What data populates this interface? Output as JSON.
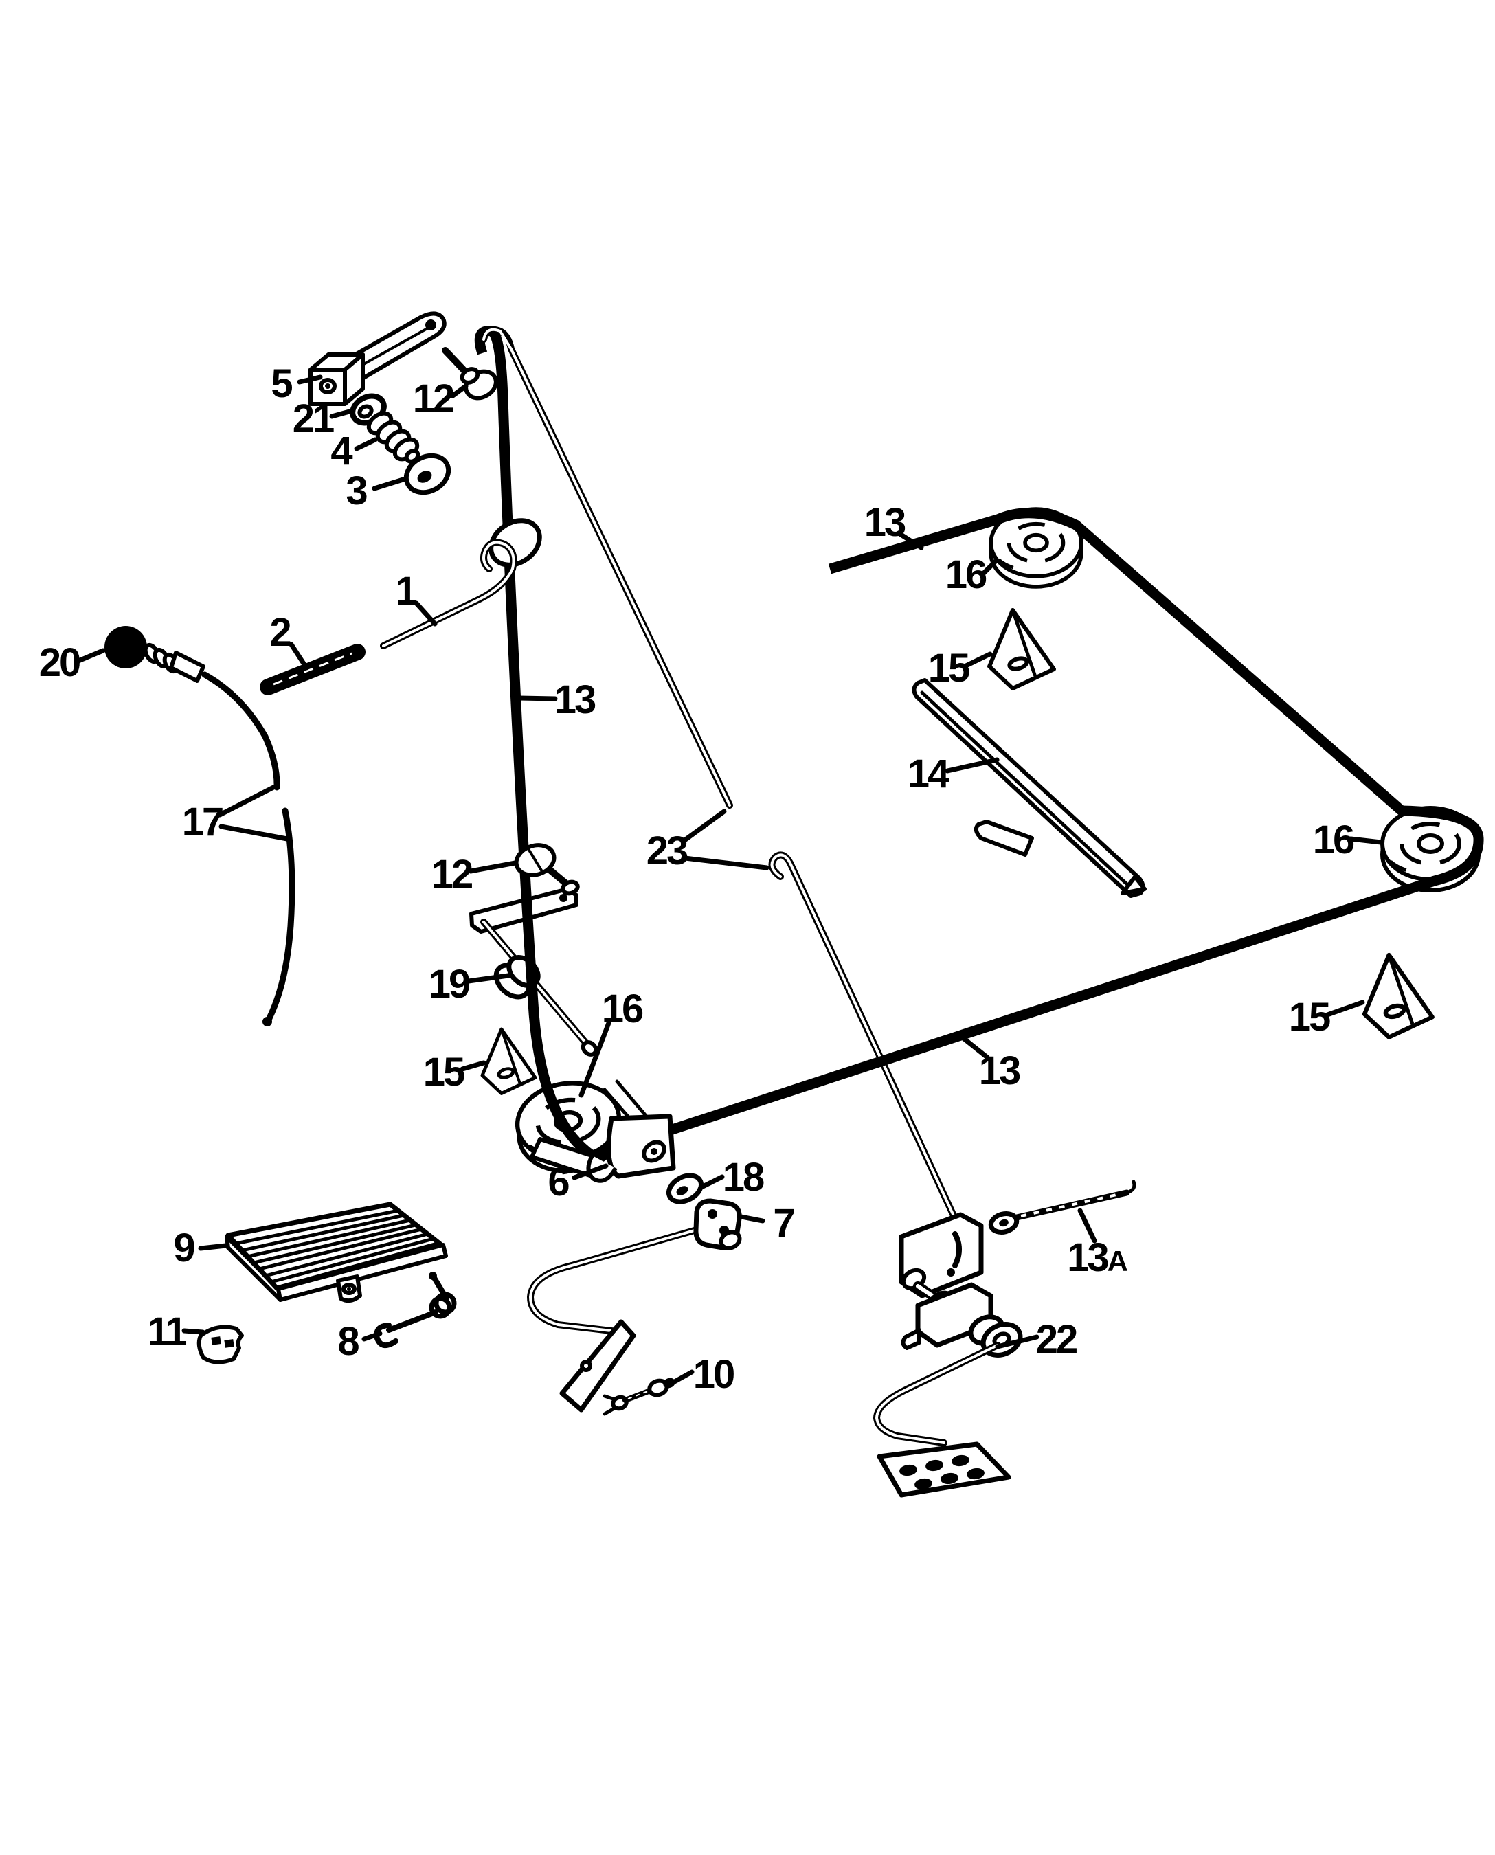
{
  "diagram": {
    "type": "exploded-parts-diagram",
    "colors": {
      "background": "#ffffff",
      "ink": "#000000"
    },
    "callouts": [
      {
        "text": "1"
      },
      {
        "text": "2"
      },
      {
        "text": "3"
      },
      {
        "text": "4"
      },
      {
        "text": "5"
      },
      {
        "text": "6"
      },
      {
        "text": "7"
      },
      {
        "text": "8"
      },
      {
        "text": "9"
      },
      {
        "text": "10"
      },
      {
        "text": "11"
      },
      {
        "text": "12"
      },
      {
        "text": "12"
      },
      {
        "text": "13"
      },
      {
        "text": "13"
      },
      {
        "text": "13"
      },
      {
        "text": "13",
        "suffix": "A"
      },
      {
        "text": "14"
      },
      {
        "text": "15"
      },
      {
        "text": "15"
      },
      {
        "text": "15"
      },
      {
        "text": "16"
      },
      {
        "text": "16"
      },
      {
        "text": "16"
      },
      {
        "text": "17"
      },
      {
        "text": "18"
      },
      {
        "text": "19"
      },
      {
        "text": "20"
      },
      {
        "text": "21"
      },
      {
        "text": "22"
      },
      {
        "text": "23"
      }
    ]
  }
}
